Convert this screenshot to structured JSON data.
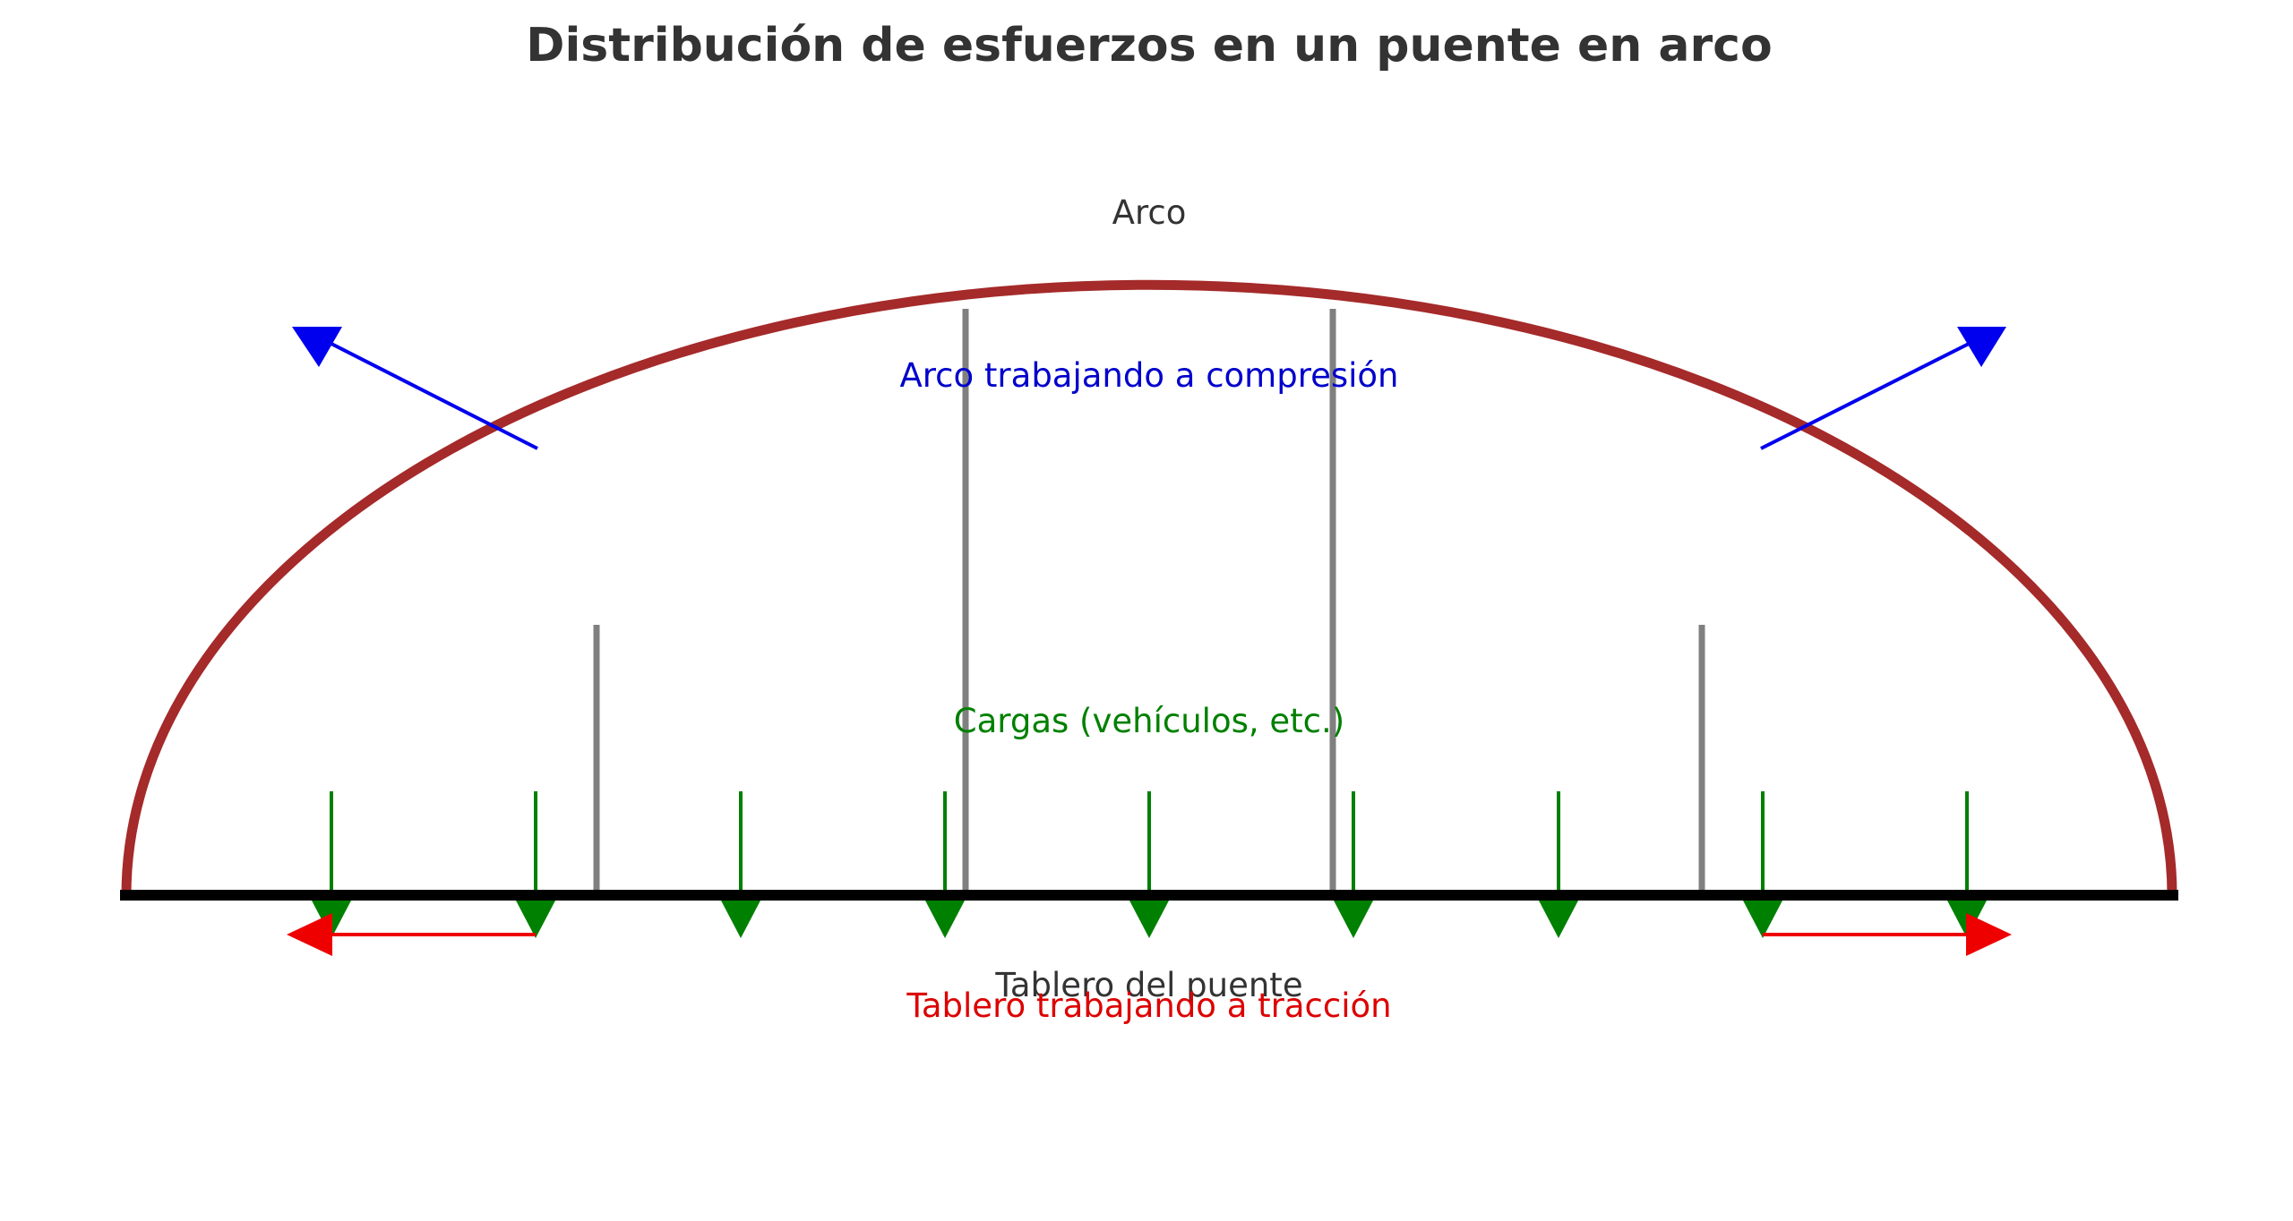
{
  "title": "Distribución de esfuerzos en un puente en arco",
  "labels": {
    "arch": "Arco",
    "compression": "Arco trabajando a compresión",
    "loads": "Cargas (vehículos, etc.)",
    "deck": "Tablero del puente",
    "tension": "Tablero trabajando a tracción"
  },
  "colors": {
    "arch": "#a52a2a",
    "deck": "#000000",
    "hangers": "#808080",
    "loads": "#008000",
    "compression_arrows": "#0000ee",
    "tension_arrows": "#ee0000",
    "text": "#333333"
  }
}
